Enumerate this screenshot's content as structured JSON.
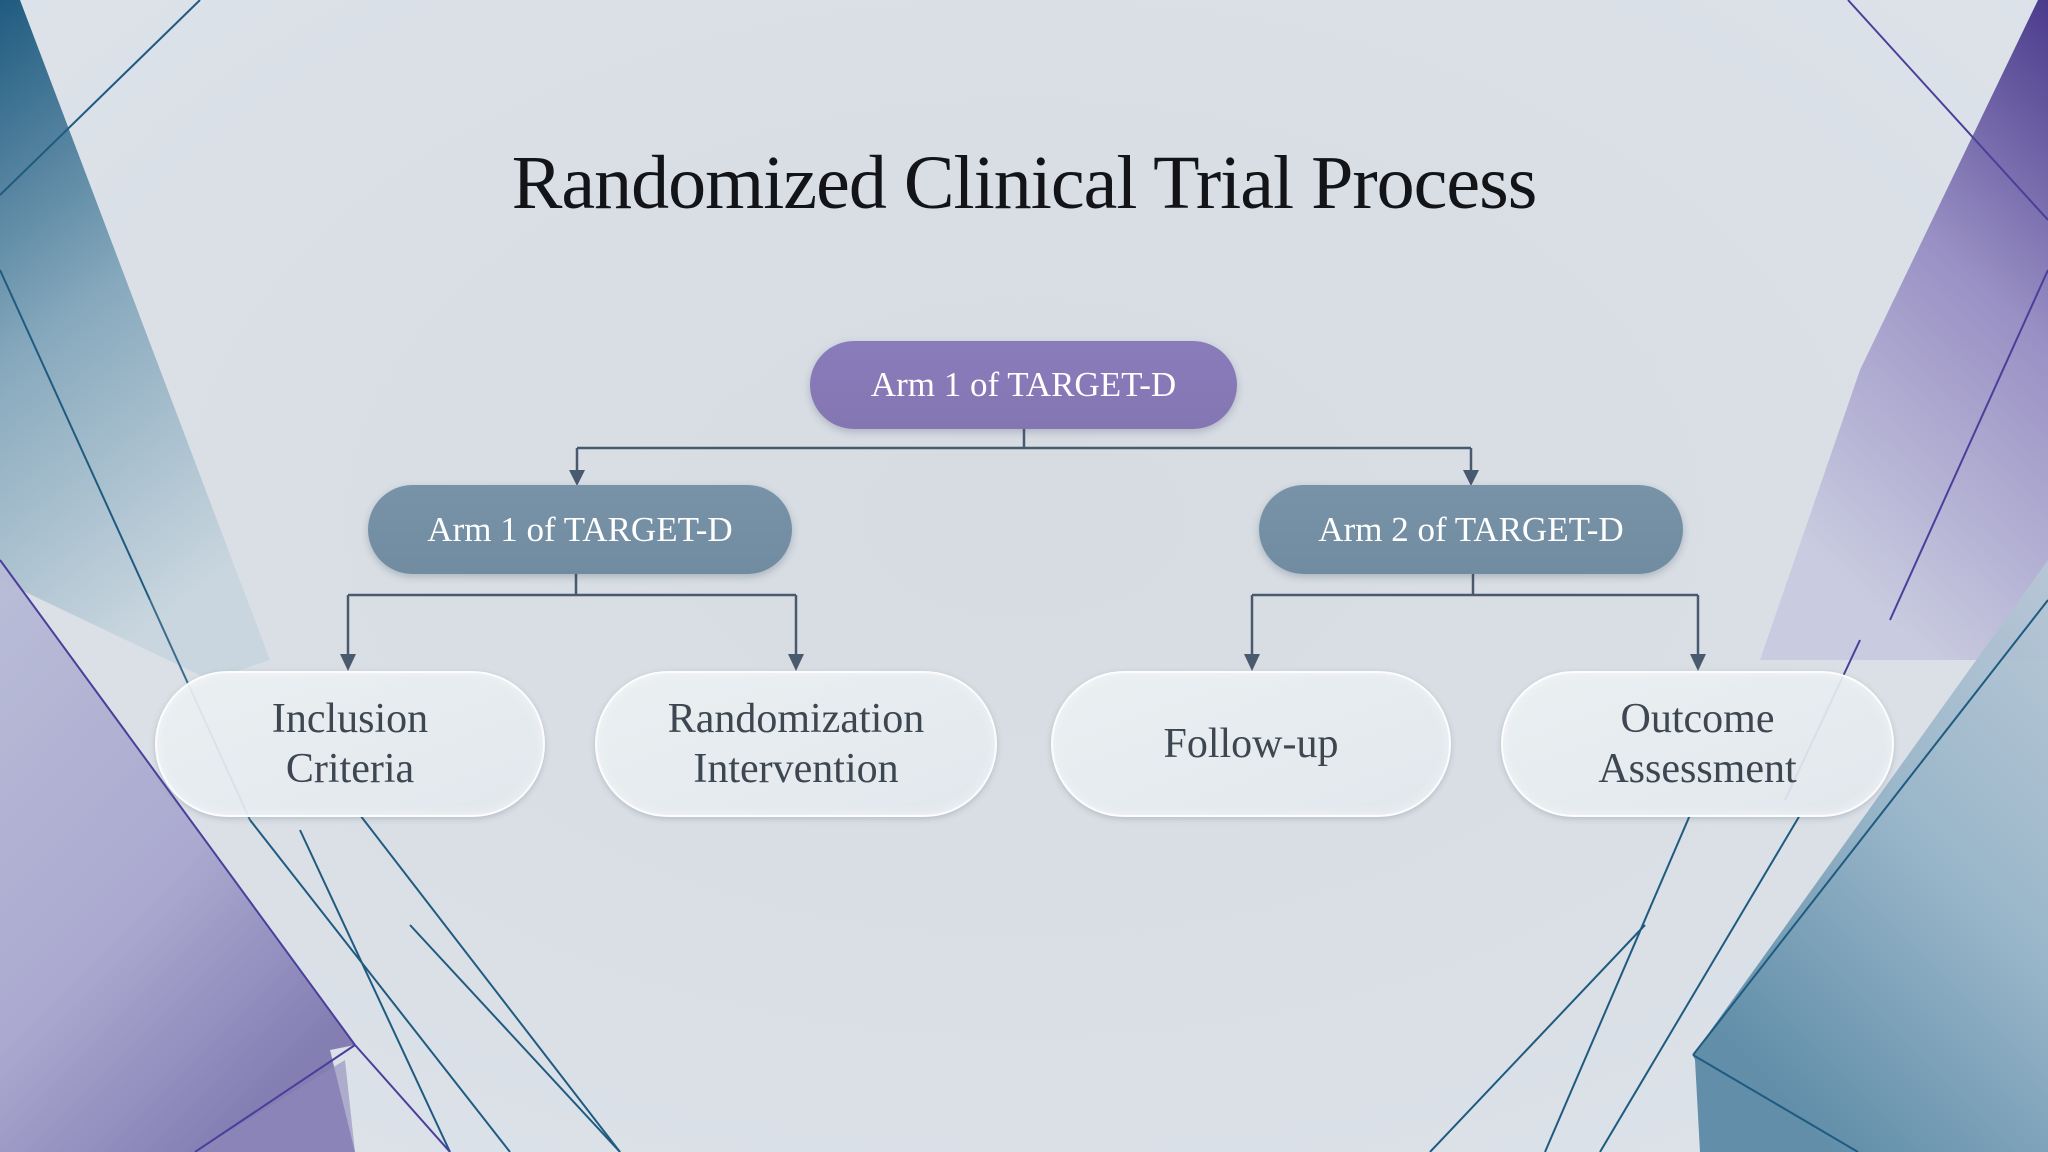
{
  "title": "Randomized Clinical Trial Process",
  "colors": {
    "root_fill": "#8577b5",
    "arm_fill": "#7690a5",
    "leaf_fill": "#e6ebef",
    "connector": "#4a5a6e",
    "title_text": "#121418",
    "leaf_text": "#3d4751"
  },
  "diagram": {
    "root": {
      "label": "Arm 1 of TARGET-D"
    },
    "arms": [
      {
        "label": "Arm 1 of TARGET-D",
        "children": [
          {
            "label": "Inclusion\nCriteria"
          },
          {
            "label": "Randomization\nIntervention"
          }
        ]
      },
      {
        "label": "Arm 2 of TARGET-D",
        "children": [
          {
            "label": "Follow-up"
          },
          {
            "label": "Outcome\nAssessment"
          }
        ]
      }
    ]
  }
}
